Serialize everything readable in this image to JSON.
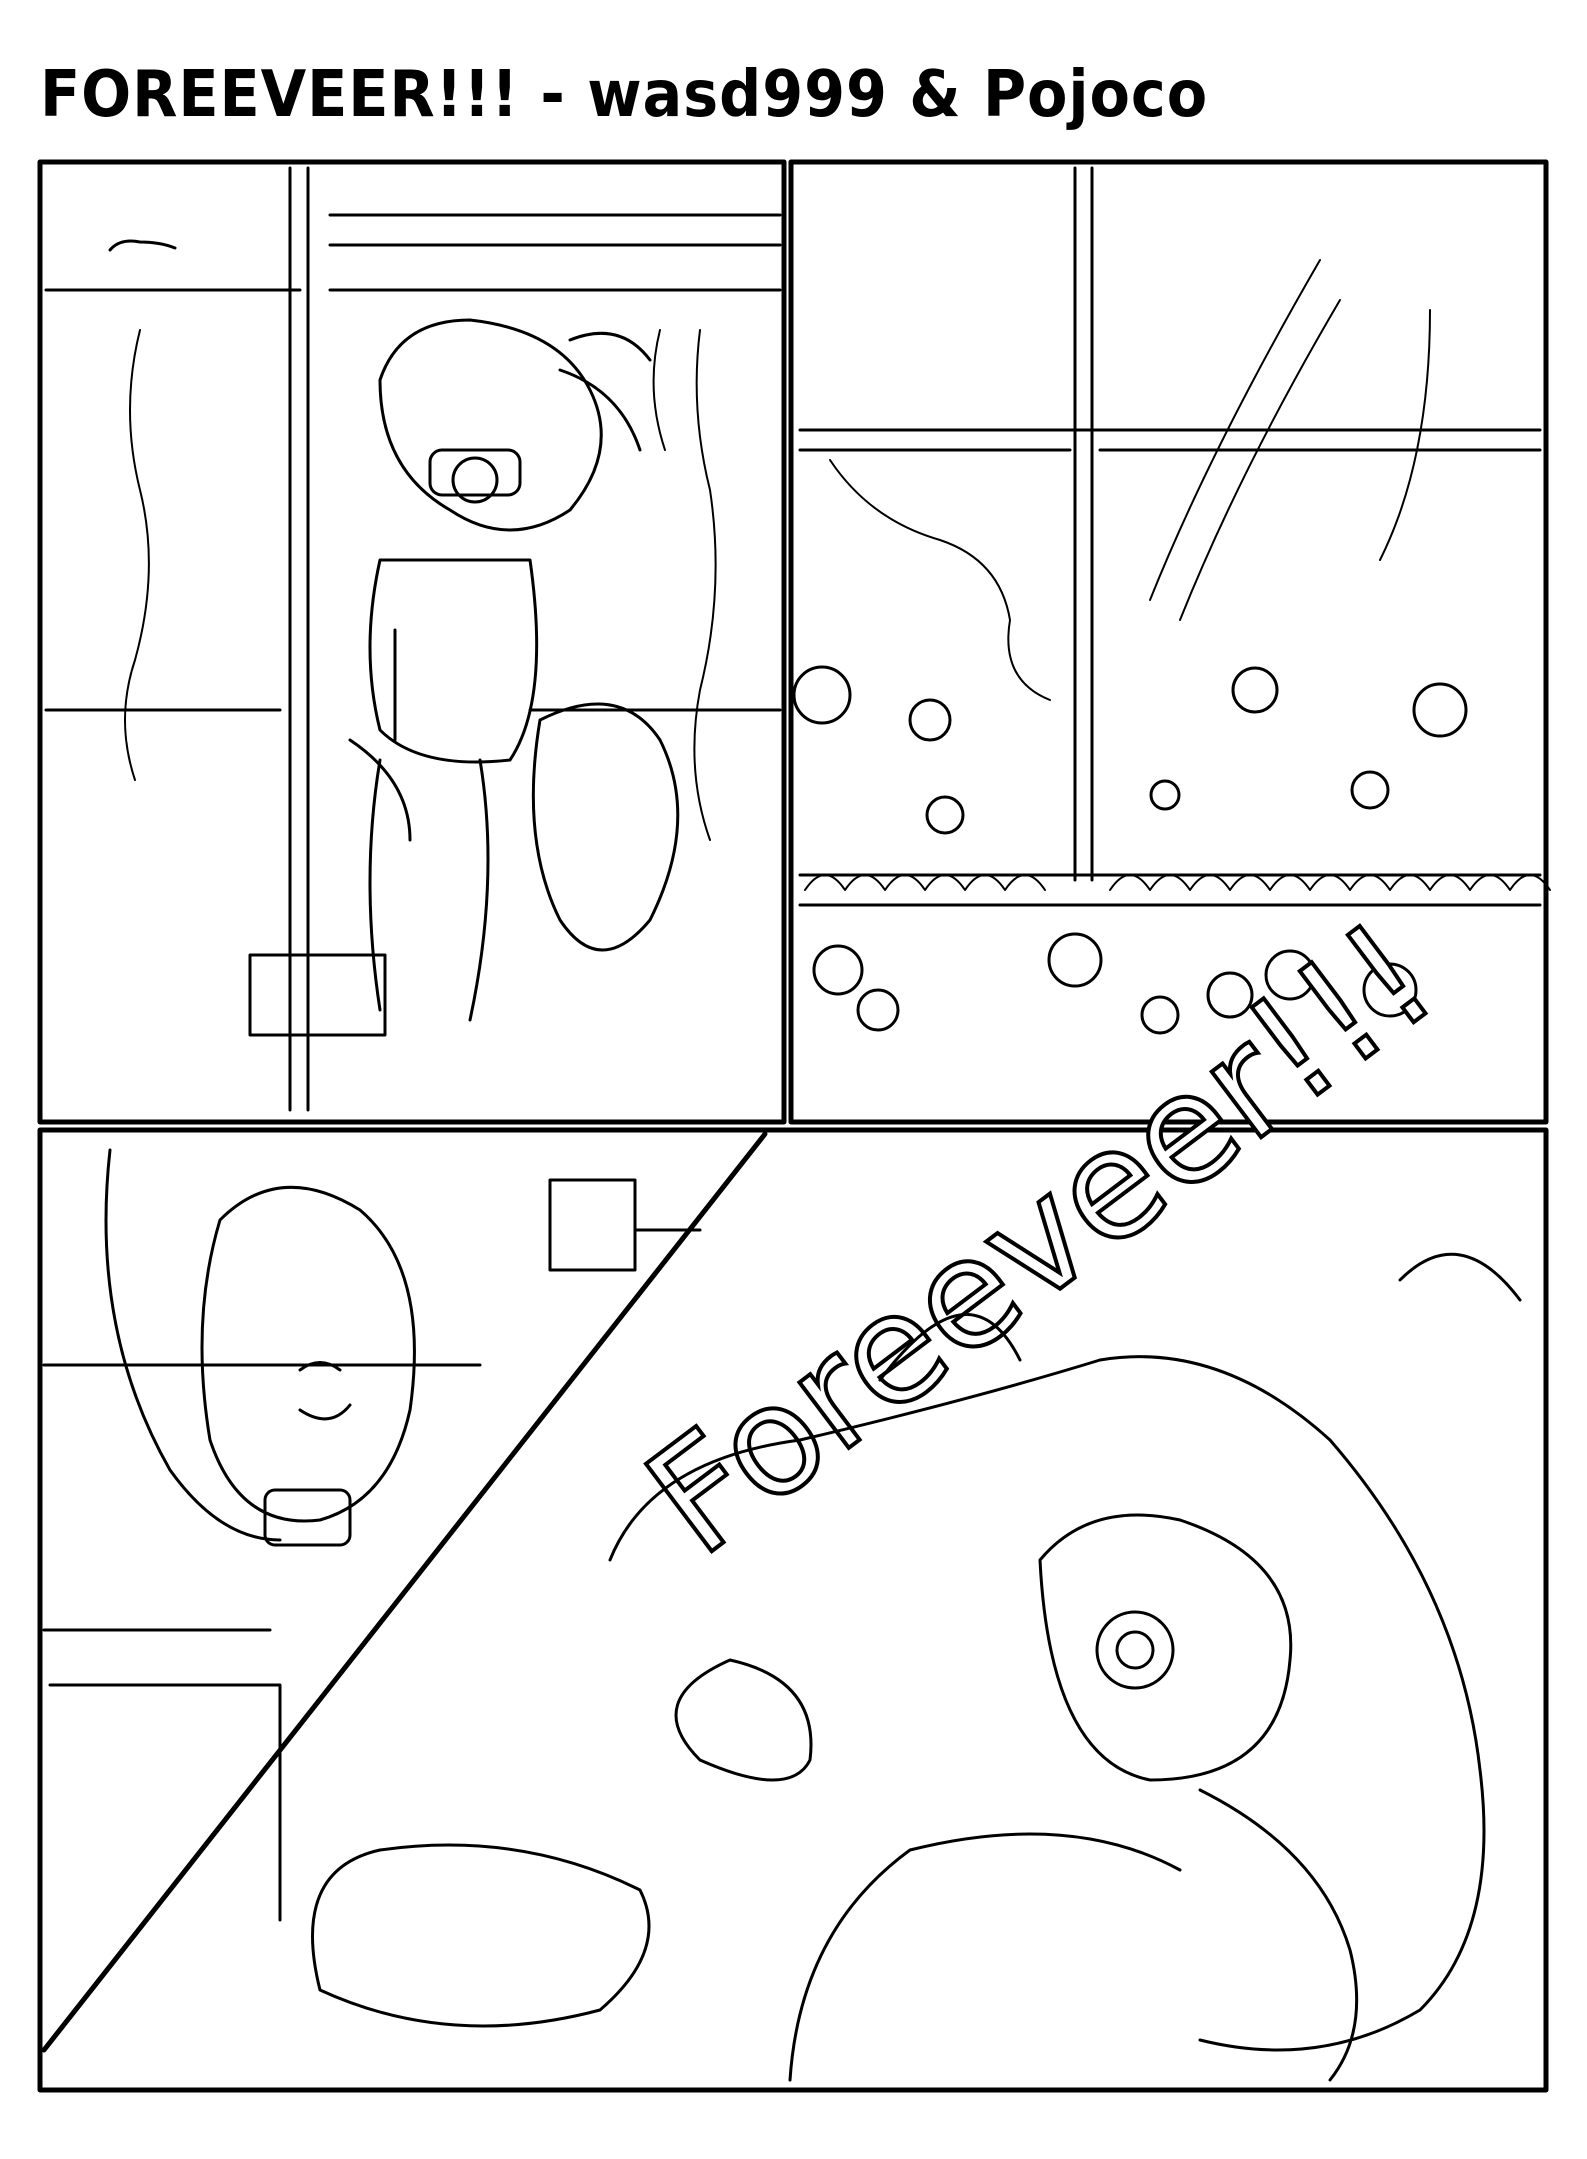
{
  "page": {
    "title": "FOREEVEER!!! - wasd999 & Pojoco",
    "colors": {
      "ink": "#000000",
      "paper": "#ffffff"
    }
  },
  "panels": [
    {
      "id": "panel-1",
      "subject": "pony-climbing-pole"
    },
    {
      "id": "panel-2",
      "subject": "bubbles-in-tank"
    },
    {
      "id": "panel-3",
      "subject": "pony-crying-robot-shout",
      "sound_effect": "Foreeveer!!!"
    }
  ]
}
